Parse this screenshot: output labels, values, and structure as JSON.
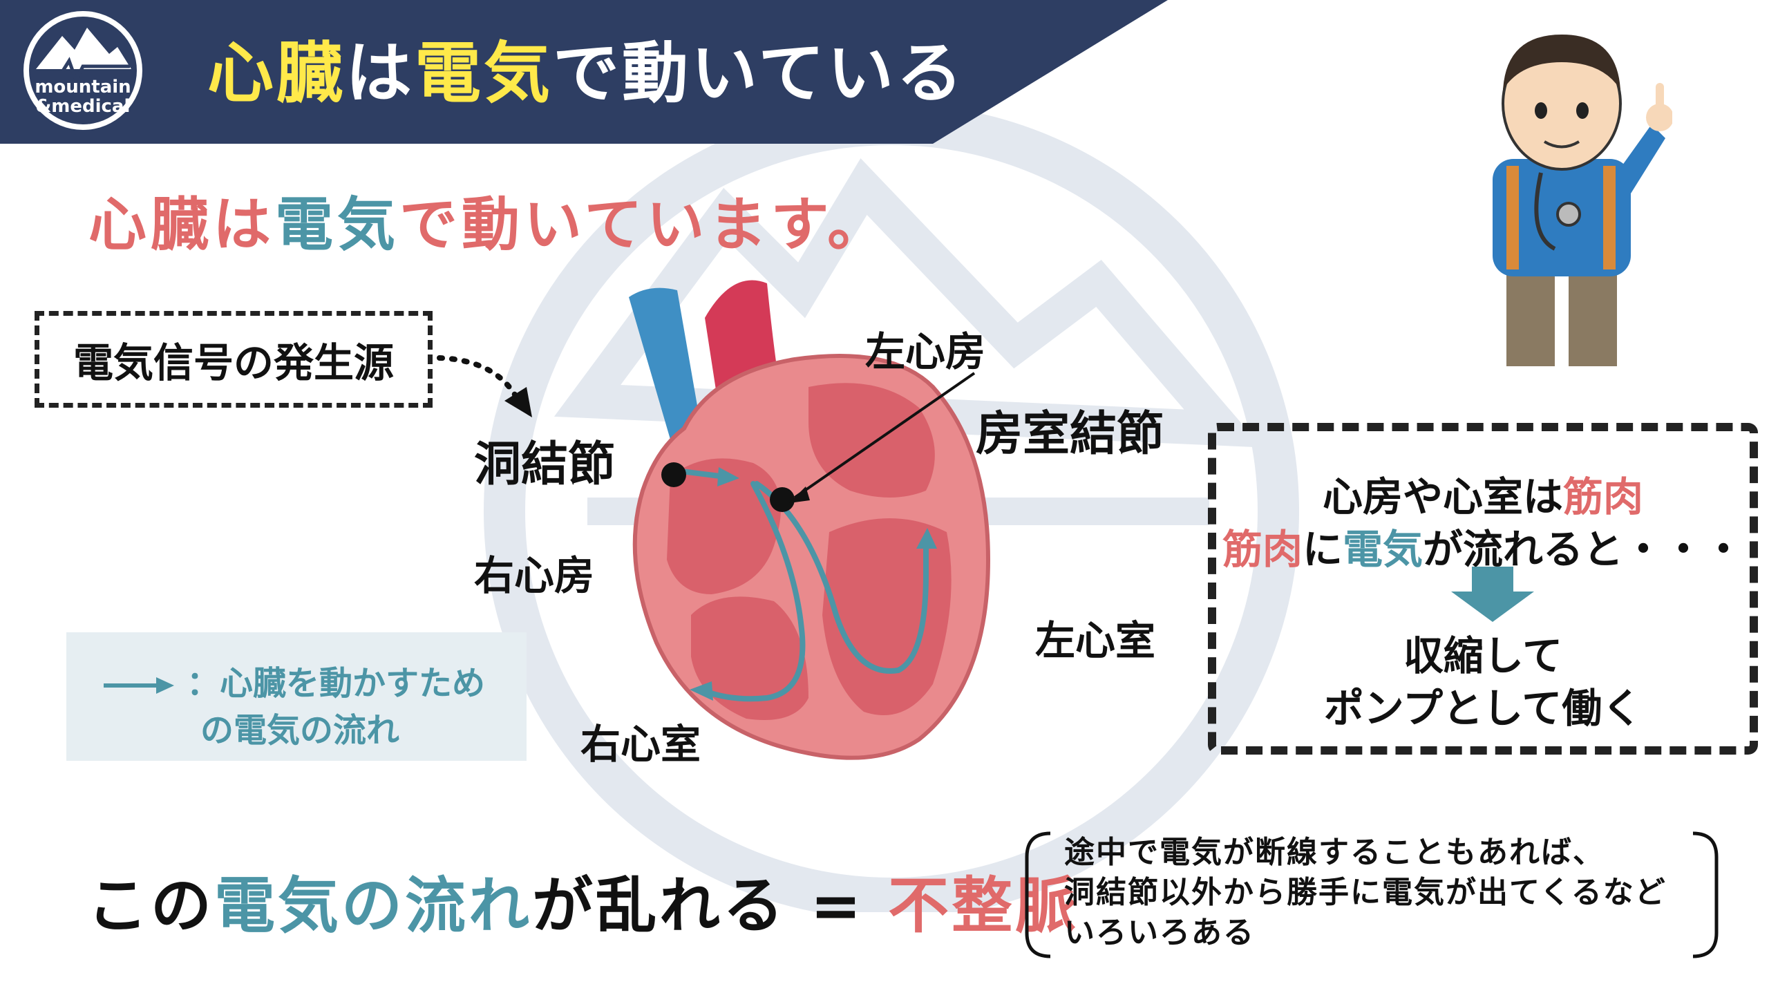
{
  "header": {
    "logo_text_line1": "mountain",
    "logo_text_line2": "&medical",
    "title_part1": "心臓",
    "title_part2": "は",
    "title_part3": "電気",
    "title_part4": "で動いている"
  },
  "subtitle": {
    "part1": "心臓は",
    "part2": "電気",
    "part3": "で動いています。"
  },
  "labels": {
    "signal_source": "電気信号の発生源",
    "sa_node": "洞結節",
    "av_node": "房室結節",
    "left_atrium": "左心房",
    "right_atrium": "右心房",
    "left_ventricle": "左心室",
    "right_ventricle": "右心室"
  },
  "legend": {
    "line1": "：心臓を動かすため",
    "line2": "の電気の流れ"
  },
  "right_box": {
    "line1_part1": "心房や心室は",
    "line1_part2": "筋肉",
    "line2_part1": "筋肉",
    "line2_part2": "に",
    "line2_part3": "電気",
    "line2_part4": "が流れると・・・",
    "line3": "収縮して",
    "line4": "ポンプとして働く"
  },
  "bottom": {
    "part1": "この",
    "part2": "電気",
    "part3": "の流れ",
    "part4": "が乱れる = ",
    "part5": "不整脈",
    "note_line1": "途中で電気が断線することもあれば、",
    "note_line2": "洞結節以外から勝手に電気が出てくるなど",
    "note_line3": "いろいろある"
  },
  "colors": {
    "navy": "#2e3e63",
    "yellow": "#ffe94a",
    "pink": "#e06a6a",
    "teal": "#4c95a6",
    "heart": "#e98a8d"
  }
}
